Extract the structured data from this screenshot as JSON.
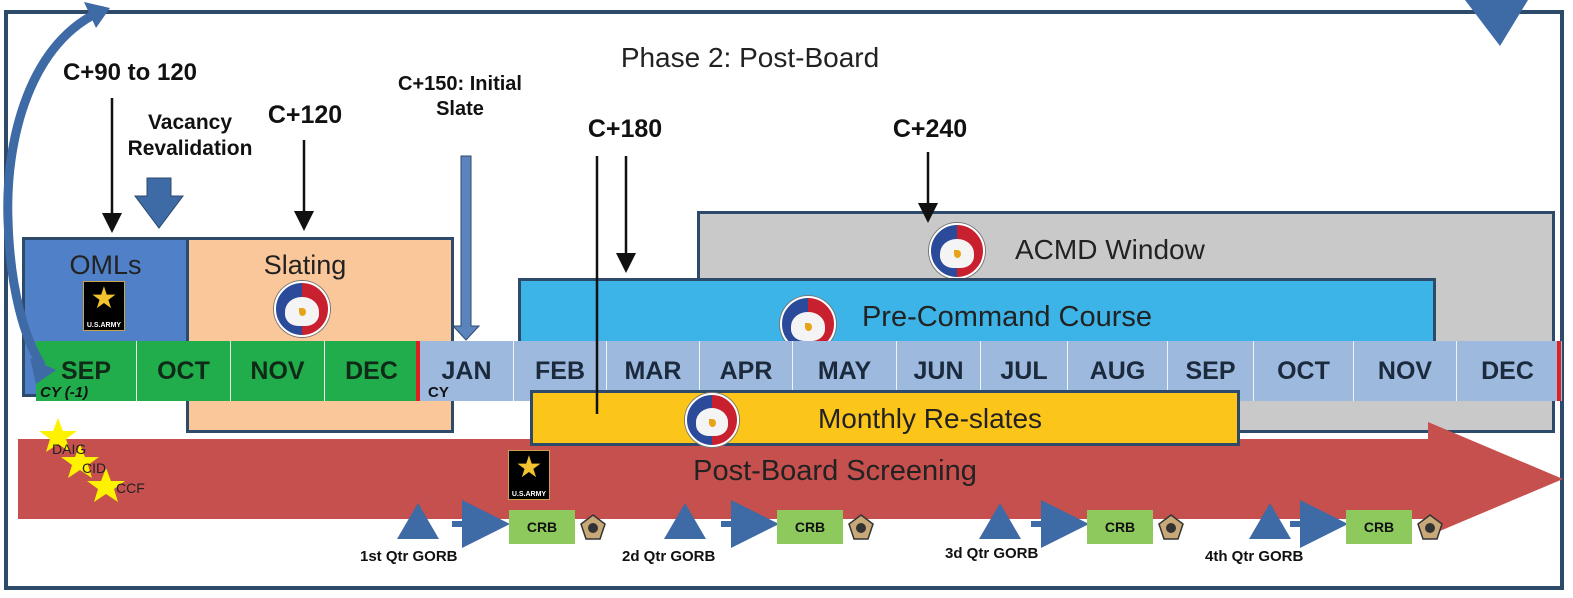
{
  "title": "Phase 2: Post-Board",
  "milestones": {
    "c90": "C+90 to 120",
    "vacancy": "Vacancy\nRevalidation",
    "c120": "C+120",
    "c150": "C+150: Initial\nSlate",
    "c180": "C+180",
    "c240": "C+240"
  },
  "boxes": {
    "omls": "OMLs",
    "slating": "Slating",
    "acmd": "ACMD Window",
    "pcc": "Pre-Command Course",
    "reslates": "Monthly Re-slates",
    "screening": "Post-Board Screening"
  },
  "months_prior": [
    "SEP",
    "OCT",
    "NOV",
    "DEC"
  ],
  "months_current": [
    "JAN",
    "FEB",
    "MAR",
    "APR",
    "MAY",
    "JUN",
    "JUL",
    "AUG",
    "SEP",
    "OCT",
    "NOV",
    "DEC"
  ],
  "cy_prior": "CY (-1)",
  "cy_current": "CY",
  "checks": [
    "DAIG",
    "CID",
    "CCF"
  ],
  "army_caption": "U.S.ARMY",
  "crb_label": "CRB",
  "gorbs": [
    "1st Qtr GORB",
    "2d Qtr GORB",
    "3d Qtr GORB",
    "4th Qtr GORB"
  ],
  "colors": {
    "frame": "#2e4a6b",
    "omls": "#4f80c8",
    "slating": "#fac79b",
    "acmd": "#c9c9c9",
    "pcc": "#3db4e8",
    "reslates": "#fcc51a",
    "screening": "#c6504d",
    "months_prior": "#21ad4b",
    "months_current": "#9db9de",
    "crb": "#8ec95e",
    "arrows": "#3e6aa6",
    "stars": "#fff200"
  }
}
